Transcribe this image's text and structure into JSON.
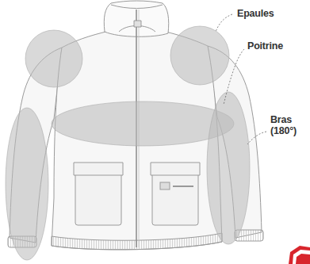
{
  "diagram": {
    "labels": [
      "Epaules",
      "Poitrine",
      "Bras (180°)"
    ]
  }
}
